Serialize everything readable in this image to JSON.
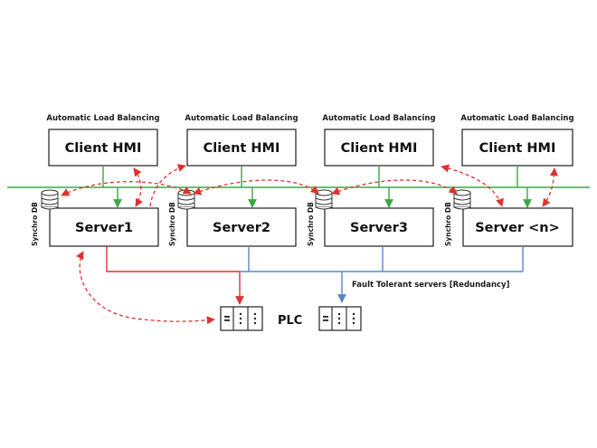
{
  "clients": [
    {
      "caption": "Automatic Load Balancing",
      "label": "Client HMI"
    },
    {
      "caption": "Automatic Load Balancing",
      "label": "Client HMI"
    },
    {
      "caption": "Automatic Load Balancing",
      "label": "Client HMI"
    },
    {
      "caption": "Automatic Load Balancing",
      "label": "Client HMI"
    }
  ],
  "servers": [
    {
      "label": "Server1",
      "db_label": "Synchro DB"
    },
    {
      "label": "Server2",
      "db_label": "Synchro DB"
    },
    {
      "label": "Server3",
      "db_label": "Synchro DB"
    },
    {
      "label": "Server <n>",
      "db_label": "Synchro DB"
    }
  ],
  "redundancy_label": "Fault Tolerant servers [Redundancy]",
  "plc_label": "PLC",
  "colors": {
    "network": "#3aa844",
    "primary_link": "#e03131",
    "redundant_link": "#5b87c5",
    "sync_dashed": "#e03131"
  },
  "icons": [
    "database-icon",
    "plc-device-icon"
  ]
}
